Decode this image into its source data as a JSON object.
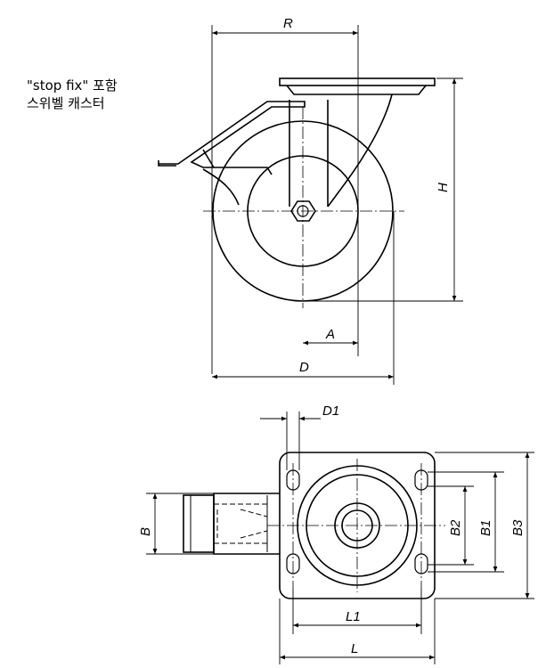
{
  "caption": {
    "line1": "\"stop fix\" 포함",
    "line2": "스위벨 캐스터"
  },
  "dimensions": {
    "R": "R",
    "H": "H",
    "A": "A",
    "D": "D",
    "D1": "D1",
    "B": "B",
    "B1": "B1",
    "B2": "B2",
    "B3": "B3",
    "L1": "L1",
    "L": "L"
  },
  "colors": {
    "line": "#000000",
    "background": "#ffffff"
  }
}
